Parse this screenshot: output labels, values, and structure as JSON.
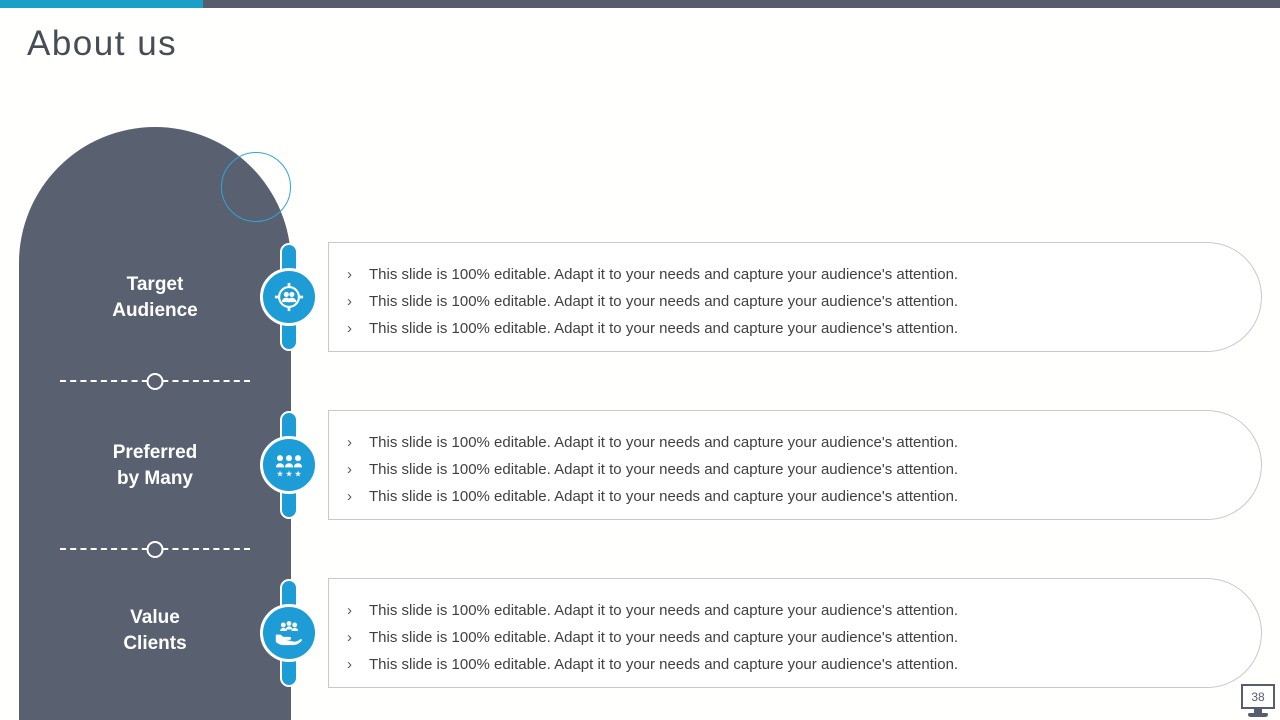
{
  "slide": {
    "title": "About us",
    "page_number": "38"
  },
  "bullet_char": "›",
  "rows": [
    {
      "label": "Target Audience",
      "label_lines": [
        "Target",
        "Audience"
      ],
      "icon": "target-audience-icon",
      "bullets": [
        "This slide is 100% editable. Adapt it to your needs and capture your audience's attention.",
        "This slide is 100% editable. Adapt it to your needs and capture your audience's attention.",
        "This slide is 100% editable. Adapt it to your needs and capture your audience's attention."
      ]
    },
    {
      "label": "Preferred by Many",
      "label_lines": [
        "Preferred",
        "by Many"
      ],
      "icon": "people-group-stars-icon",
      "bullets": [
        "This slide is 100% editable. Adapt it to your needs and capture your audience's attention.",
        "This slide is 100% editable. Adapt it to your needs and capture your audience's attention.",
        "This slide is 100% editable. Adapt it to your needs and capture your audience's attention."
      ]
    },
    {
      "label": "Value Clients",
      "label_lines": [
        "Value",
        "Clients"
      ],
      "icon": "hand-holding-people-icon",
      "bullets": [
        "This slide is 100% editable. Adapt it to your needs and capture your audience's attention.",
        "This slide is 100% editable. Adapt it to your needs and capture your audience's attention.",
        "This slide is 100% editable. Adapt it to your needs and capture your audience's attention."
      ]
    }
  ],
  "colors": {
    "accent_blue": "#1e9cd6",
    "bar_teal": "#1aa0c8",
    "dome_gray": "#596070",
    "bar_gray": "#575d6c",
    "box_border": "#c9c9c9",
    "body_text": "#404040",
    "title_text": "#474c55"
  }
}
